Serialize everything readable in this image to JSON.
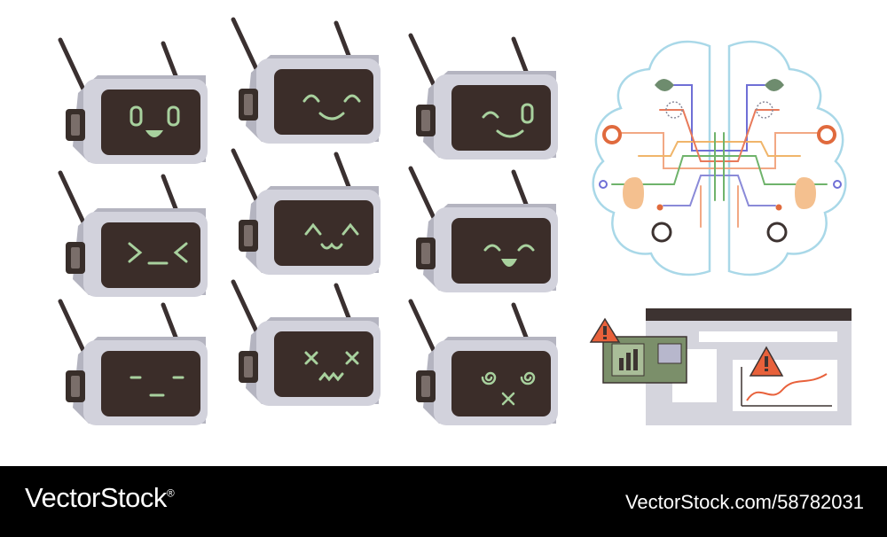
{
  "footer": {
    "brand": "VectorStock",
    "brand_mark": "®",
    "url": "VectorStock.com/58782031"
  },
  "colors": {
    "robot_body": "#d2d2dc",
    "robot_dark": "#382e2a",
    "screen": "#3b2d29",
    "face": "#a8d19e",
    "brain_outline": "#a9d8e8",
    "gear": "#e06a3d",
    "ear": "#f4c08f",
    "alert": "#e8613b",
    "panel_green": "#7b8f6a",
    "window_gray": "#d5d5dd",
    "window_dark": "#3d3331"
  },
  "robots": [
    {
      "expression": "surprised-smile"
    },
    {
      "expression": "happy-closed-eyes"
    },
    {
      "expression": "wink"
    },
    {
      "expression": "squint"
    },
    {
      "expression": "cat-smile"
    },
    {
      "expression": "laughing"
    },
    {
      "expression": "neutral"
    },
    {
      "expression": "dead-eyes"
    },
    {
      "expression": "dizzy"
    }
  ],
  "icons": {
    "brain": "circuit-brain-icon",
    "window": "browser-window-icon",
    "alert": "warning-triangle-icon"
  }
}
